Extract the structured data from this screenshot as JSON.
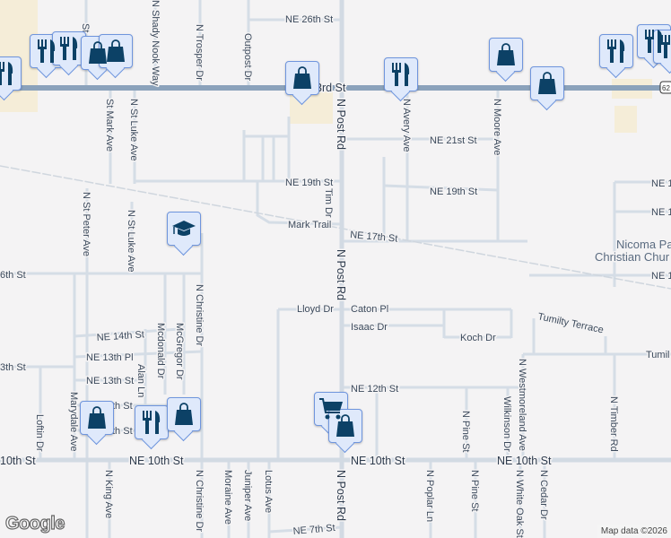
{
  "map": {
    "colors": {
      "background": "#f4f3f4",
      "road": "#d5dde6",
      "arterial": "#8ba2bb",
      "marker_fill": "#dfe9fb",
      "marker_border": "#6f95dd",
      "icon": "#0c4166",
      "commercial": "#f5edd8"
    },
    "streets": {
      "ne26": "NE 26th St",
      "ne23": "3rd St",
      "shady": "N Shady Nook Way",
      "trosper": "N Trosper Dr",
      "outpost": "Outpost Dr",
      "stmark": "St Mark Ave",
      "stluke1": "N St Luke Ave",
      "stpeter": "N St Peter Ave",
      "stluke2": "N St Luke Ave",
      "stx": "St",
      "ne21": "NE 21st St",
      "ne19a": "NE 19th St",
      "ne19b": "NE 19th St",
      "tim": "Tim Dr",
      "marktrail": "Mark Trail",
      "ne17": "NE 17th St",
      "postrd1": "N Post Rd",
      "postrd2": "N Post Rd",
      "postrd3": "N Post Rd",
      "avery": "N Avery Ave",
      "moore": "N Moore Ave",
      "ne16": "6th St",
      "lloyd": "Lloyd Dr",
      "caton": "Caton Pl",
      "isaac": "Isaac Dr",
      "koch": "Koch Dr",
      "tumilty": "Tumilty Terrace",
      "tumil2": "Tumil",
      "ne14": "NE 14th St",
      "ne13pl": "NE 13th Pl",
      "ne13a": "3th St",
      "ne13b": "NE 13th St",
      "ne12a": "th St",
      "ne11": "th St",
      "ne12b": "NE 12th St",
      "mcdonald": "Mcdonald Dr",
      "mcgregor": "McGregor Dr",
      "christine1": "N Christine Dr",
      "christine2": "N Christine Dr",
      "alan": "Alan Ln",
      "marydale": "Marydale Ave",
      "loftin": "Loftin Dr",
      "king": "N King Ave",
      "moraine": "Moraine Ave",
      "juniper": "Juniper Ave",
      "lotus": "Lotus Ave",
      "ne10a": "10th St",
      "ne10b": "NE 10th St",
      "ne10c": "NE 10th St",
      "ne10d": "NE 10th St",
      "ne7": "NE 7th St",
      "poplar": "N Poplar Ln",
      "pine1": "N Pine St",
      "pine2": "N Pine St",
      "wilkinson": "Wilkinson Dr",
      "westmoreland": "N Westmoreland Ave",
      "whiteoak": "N White Oak St",
      "cedar": "N Cedar Dr",
      "timber": "N Timber Rd",
      "ne1a": "NE 1",
      "ne1b": "NE 1",
      "ne1c": "NE 1",
      "route": "62"
    },
    "poi_name_1": "Nicoma Pa",
    "poi_name_2": "Christian Chur",
    "markers": [
      {
        "type": "restaurant",
        "icon": "fork-knife-icon"
      },
      {
        "type": "shopping",
        "icon": "shopping-bag-icon"
      },
      {
        "type": "grocery",
        "icon": "shopping-cart-icon"
      },
      {
        "type": "school",
        "icon": "graduation-cap-icon"
      }
    ]
  },
  "footer": {
    "logo": "Google",
    "attribution": "Map data ©2026"
  }
}
